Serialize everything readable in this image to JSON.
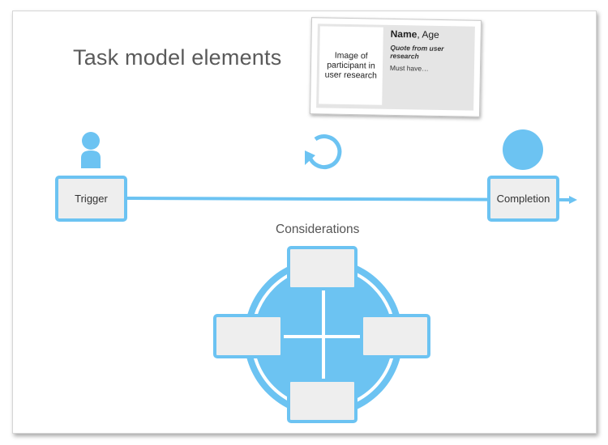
{
  "title": "Task model elements",
  "persona_card": {
    "photo_text": "Image of participant in user research",
    "name_bold": "Name",
    "name_rest": ", Age",
    "quote": "Quote from user research",
    "must_have": "Must have…"
  },
  "trigger_label": "Trigger",
  "completion_label": "Completion",
  "considerations_label": "Considerations",
  "icons": {
    "person": "person-icon",
    "refresh": "refresh-icon",
    "completion": "circle-icon",
    "arrow": "arrowhead-icon"
  },
  "colors": {
    "accent": "#6cc3f2",
    "box_fill": "#eeeeee"
  }
}
